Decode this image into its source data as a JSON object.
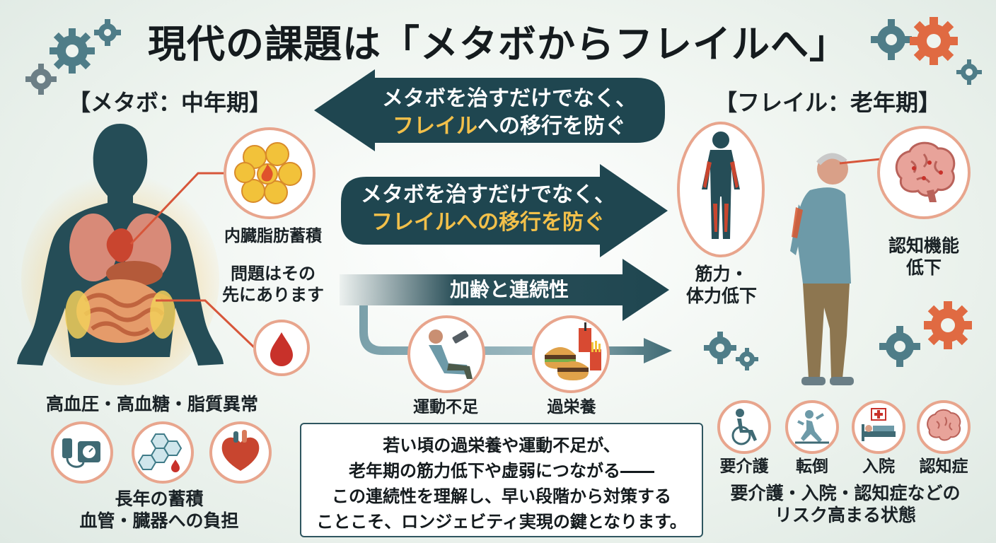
{
  "title": "現代の課題は「メタボからフレイルへ」",
  "left_heading": "【メタボ：中年期】",
  "right_heading": "【フレイル：老年期】",
  "arrow_top": {
    "line1": "メタボを治すだけでなく、",
    "line2_highlight": "フレイル",
    "line2_rest": "への移行を防ぐ"
  },
  "arrow_mid": {
    "line1": "メタボを治すだけでなく、",
    "line2": "フレイルへの移行を防ぐ"
  },
  "arrow_aging": "加齢と連続性",
  "visceral_fat": "内臓脂肪蓄積",
  "problem_beyond": [
    "問題はその",
    "先にあります"
  ],
  "metabolic_conditions": "高血圧・高血糖・脂質異常",
  "long_accumulation": [
    "長年の蓄積",
    "血管・臓器への負担"
  ],
  "lack_exercise": "運動不足",
  "overnutrition": "過栄養",
  "muscle_decline": [
    "筋力・",
    "体力低下"
  ],
  "cognitive_decline": [
    "認知機能",
    "低下"
  ],
  "risk_icons": [
    "要介護",
    "転倒",
    "入院",
    "認知症"
  ],
  "risk_state": [
    "要介護・入院・認知症などの",
    "リスク高まる状態"
  ],
  "note": [
    "若い頃の過栄養や運動不足が、",
    "老年期の筋力低下や虚弱につながる――",
    "この連続性を理解し、早い段階から対策する",
    "ことこそ、ロンジェビティ実現の鍵となります。"
  ],
  "colors": {
    "teal": "#1f4650",
    "highlight": "#f2c04a",
    "accent": "#e0694a",
    "gear_teal": "#4f7d88",
    "gear_orange": "#e06a42"
  }
}
